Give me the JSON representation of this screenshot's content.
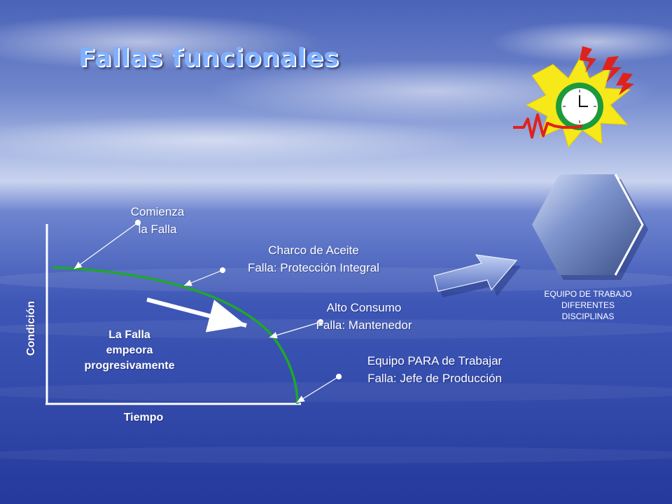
{
  "title": "Fallas funcionales",
  "axes": {
    "x_label": "Tiempo",
    "y_label": "Condición"
  },
  "annotations": {
    "comienza": [
      "Comienza",
      "la Falla"
    ],
    "charco": [
      "Charco de Aceite",
      "Falla: Protección Integral"
    ],
    "alto": [
      "Alto Consumo",
      "Falla: Mantenedor"
    ],
    "equipo": [
      "Equipo PARA de Trabajar",
      "Falla: Jefe de Producción"
    ]
  },
  "progress_text": [
    "La Falla",
    "empeora",
    "progresivamente"
  ],
  "team_text": [
    "EQUIPO DE TRABAJO",
    "DIFERENTES",
    "DISCIPLINAS"
  ],
  "colors": {
    "curve": "#1fa82a",
    "hexagon_light": "#9fb6e8",
    "hexagon_dark": "#3b4f86",
    "burst": "#f7e81a",
    "clock_ring": "#1d9a3c",
    "bolt": "#e0221c"
  }
}
